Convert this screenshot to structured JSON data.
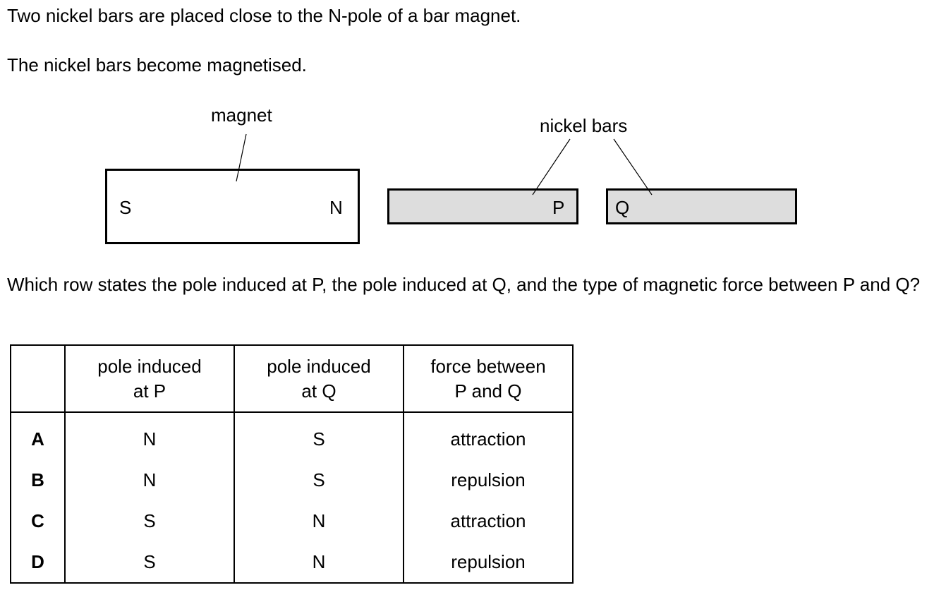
{
  "intro": {
    "line1": "Two nickel bars are placed close to the N-pole of a bar magnet.",
    "line2": "The nickel bars become magnetised."
  },
  "diagram": {
    "magnet_label": "magnet",
    "bars_label": "nickel bars",
    "magnet_left_pole": "S",
    "magnet_right_pole": "N",
    "bar_p_label": "P",
    "bar_q_label": "Q",
    "bar_fill_color": "#dddddd"
  },
  "question": "Which row states the pole induced at P, the pole induced at Q, and the type of magnetic force between P and Q?",
  "table": {
    "headers": [
      "pole induced at P",
      "pole induced at Q",
      "force between P and Q"
    ],
    "header_lines": [
      [
        "pole induced",
        "at P"
      ],
      [
        "pole induced",
        "at Q"
      ],
      [
        "force between",
        "P and Q"
      ]
    ],
    "rows": [
      {
        "letter": "A",
        "p": "N",
        "q": "S",
        "force": "attraction"
      },
      {
        "letter": "B",
        "p": "N",
        "q": "S",
        "force": "repulsion"
      },
      {
        "letter": "C",
        "p": "S",
        "q": "N",
        "force": "attraction"
      },
      {
        "letter": "D",
        "p": "S",
        "q": "N",
        "force": "repulsion"
      }
    ]
  }
}
